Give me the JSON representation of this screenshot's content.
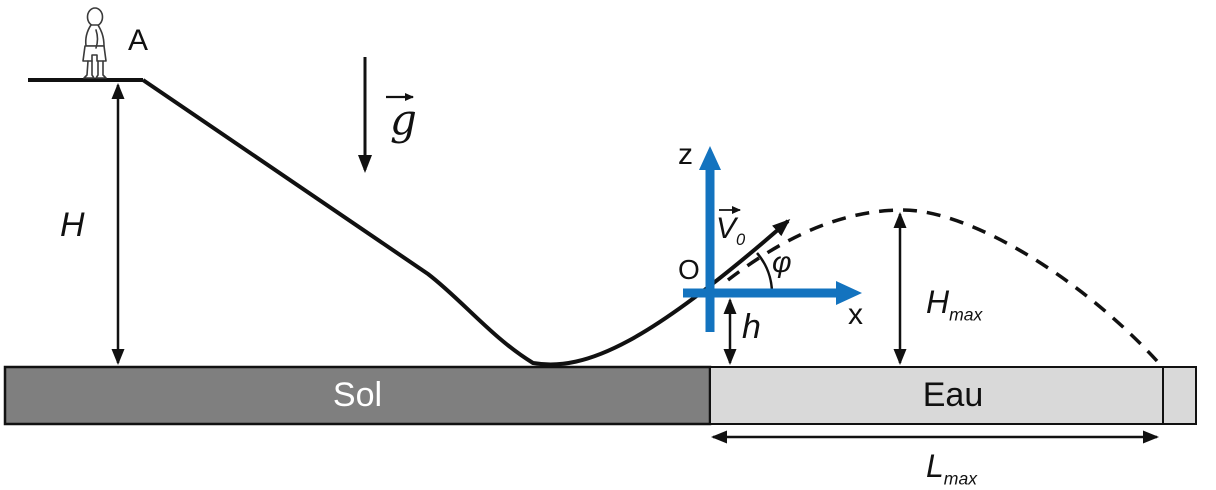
{
  "diagram": {
    "title": "Water-slide projectile physics diagram",
    "labels": {
      "point_a": "A",
      "height": "H",
      "gravity": "g",
      "axis_z": "z",
      "axis_x": "x",
      "origin": "O",
      "velocity_base": "V",
      "velocity_sub": "0",
      "angle": "φ",
      "launch_height": "h",
      "max_height_base": "H",
      "max_height_sub": "max",
      "max_range_base": "L",
      "max_range_sub": "max",
      "ground": "Sol",
      "water": "Eau"
    },
    "colors": {
      "axis_blue": "#1373bf",
      "ground_fill": "#7f7f7f",
      "water_fill": "#d9d9d9",
      "line": "#111111"
    }
  }
}
